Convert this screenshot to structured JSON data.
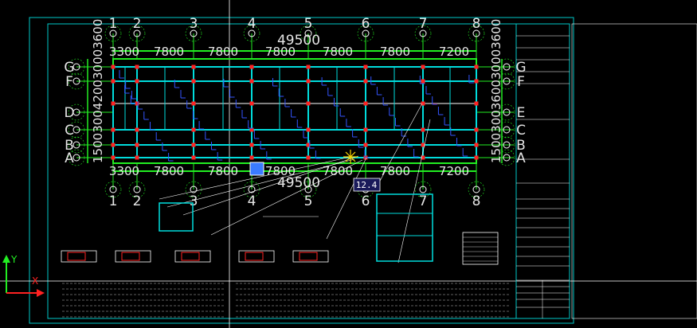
{
  "axes_top": [
    "1",
    "2",
    "3",
    "4",
    "5",
    "6",
    "7",
    "8"
  ],
  "axes_bottom": [
    "1",
    "2",
    "3",
    "4",
    "5",
    "6",
    "7",
    "8"
  ],
  "axes_left": [
    "G",
    "F",
    "D",
    "C",
    "B",
    "A"
  ],
  "axes_right": [
    "G",
    "F",
    "E",
    "C",
    "B",
    "A"
  ],
  "dims_top": [
    "3300",
    "7800",
    "7800",
    "7800",
    "7800",
    "7800",
    "7200"
  ],
  "dims_bottom": [
    "3300",
    "7800",
    "7800",
    "7800",
    "7800",
    "7800",
    "7200"
  ],
  "total_dim_top": "49500",
  "total_dim_bottom": "49500",
  "dims_left_vertical": "1500300420030003600",
  "dims_right_vertical": "1500300360030003600",
  "coordinate_tooltip": "12.4",
  "ucs": {
    "y_label": "Y",
    "x_label": "X"
  },
  "colors": {
    "background": "#000000",
    "frame": "#00c8c8",
    "grid": "#22ee22",
    "beam": "#00dddd",
    "column": "#ff2222",
    "rebar": "#3355ff",
    "axis_bubble": "#22ee22",
    "ucs_y": "#22ee22",
    "ucs_x": "#ff2222",
    "tooltip_bg": "#1a1a5a",
    "selection": "#3a7bff"
  }
}
